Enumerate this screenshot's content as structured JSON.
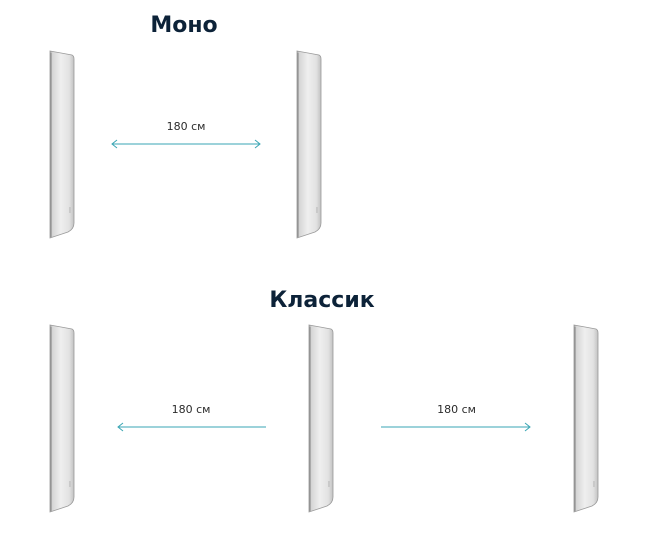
{
  "sections": [
    {
      "title": "Моно",
      "dimensions": [
        "180 см"
      ]
    },
    {
      "title": "Классик",
      "dimensions": [
        "180 см",
        "180 см"
      ]
    }
  ],
  "colors": {
    "title": "#0c2238",
    "arrow": "#3aa6b4",
    "panel_light": "#f1f1f1",
    "panel_shade": "#bdbdbd",
    "panel_edge": "#8d8d8d"
  }
}
